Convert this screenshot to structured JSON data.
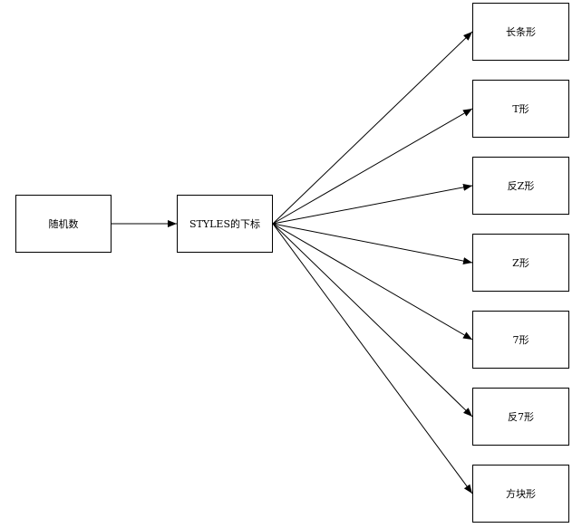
{
  "diagram": {
    "source": {
      "label": "随机数"
    },
    "index": {
      "label": "STYLES的下标"
    },
    "shapes": [
      {
        "label": "长条形"
      },
      {
        "label": "T形"
      },
      {
        "label": "反Z形"
      },
      {
        "label": "Z形"
      },
      {
        "label": "7形"
      },
      {
        "label": "反7形"
      },
      {
        "label": "方块形"
      }
    ]
  },
  "colors": {
    "stroke": "#000000",
    "background": "#ffffff"
  }
}
